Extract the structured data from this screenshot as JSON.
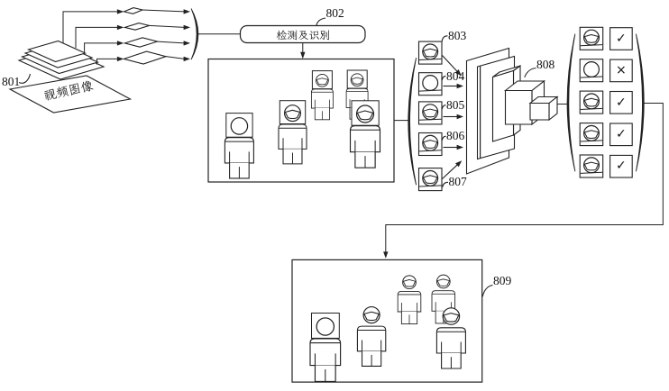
{
  "diagram": {
    "colors": {
      "ink": "#222222",
      "background": "#ffffff"
    },
    "source": {
      "label": "801",
      "text": "视频图像",
      "frame_count": 4
    },
    "process": {
      "label": "802",
      "text": "检测及识别"
    },
    "scene": {
      "people": [
        {
          "face": "unmasked",
          "head_box": true
        },
        {
          "face": "masked",
          "head_box": true
        },
        {
          "face": "masked",
          "head_box": true
        },
        {
          "face": "masked",
          "head_box": true
        },
        {
          "face": "masked",
          "head_box": true
        }
      ]
    },
    "faces": [
      {
        "label": "803",
        "face": "masked"
      },
      {
        "label": "804",
        "face": "unmasked"
      },
      {
        "label": "805",
        "face": "masked"
      },
      {
        "label": "806",
        "face": "masked"
      },
      {
        "label": "807",
        "face": "masked"
      }
    ],
    "classifier": {
      "label": "808"
    },
    "results": [
      {
        "face": "masked",
        "mark": "✓"
      },
      {
        "face": "unmasked",
        "mark": "×"
      },
      {
        "face": "masked",
        "mark": "✓"
      },
      {
        "face": "masked",
        "mark": "✓"
      },
      {
        "face": "masked",
        "mark": "✓"
      }
    ],
    "output": {
      "label": "809",
      "people": [
        {
          "face": "unmasked",
          "head_box": true
        },
        {
          "face": "masked",
          "head_box": false
        },
        {
          "face": "masked",
          "head_box": false
        },
        {
          "face": "masked",
          "head_box": false
        },
        {
          "face": "masked",
          "head_box": false
        }
      ]
    }
  }
}
